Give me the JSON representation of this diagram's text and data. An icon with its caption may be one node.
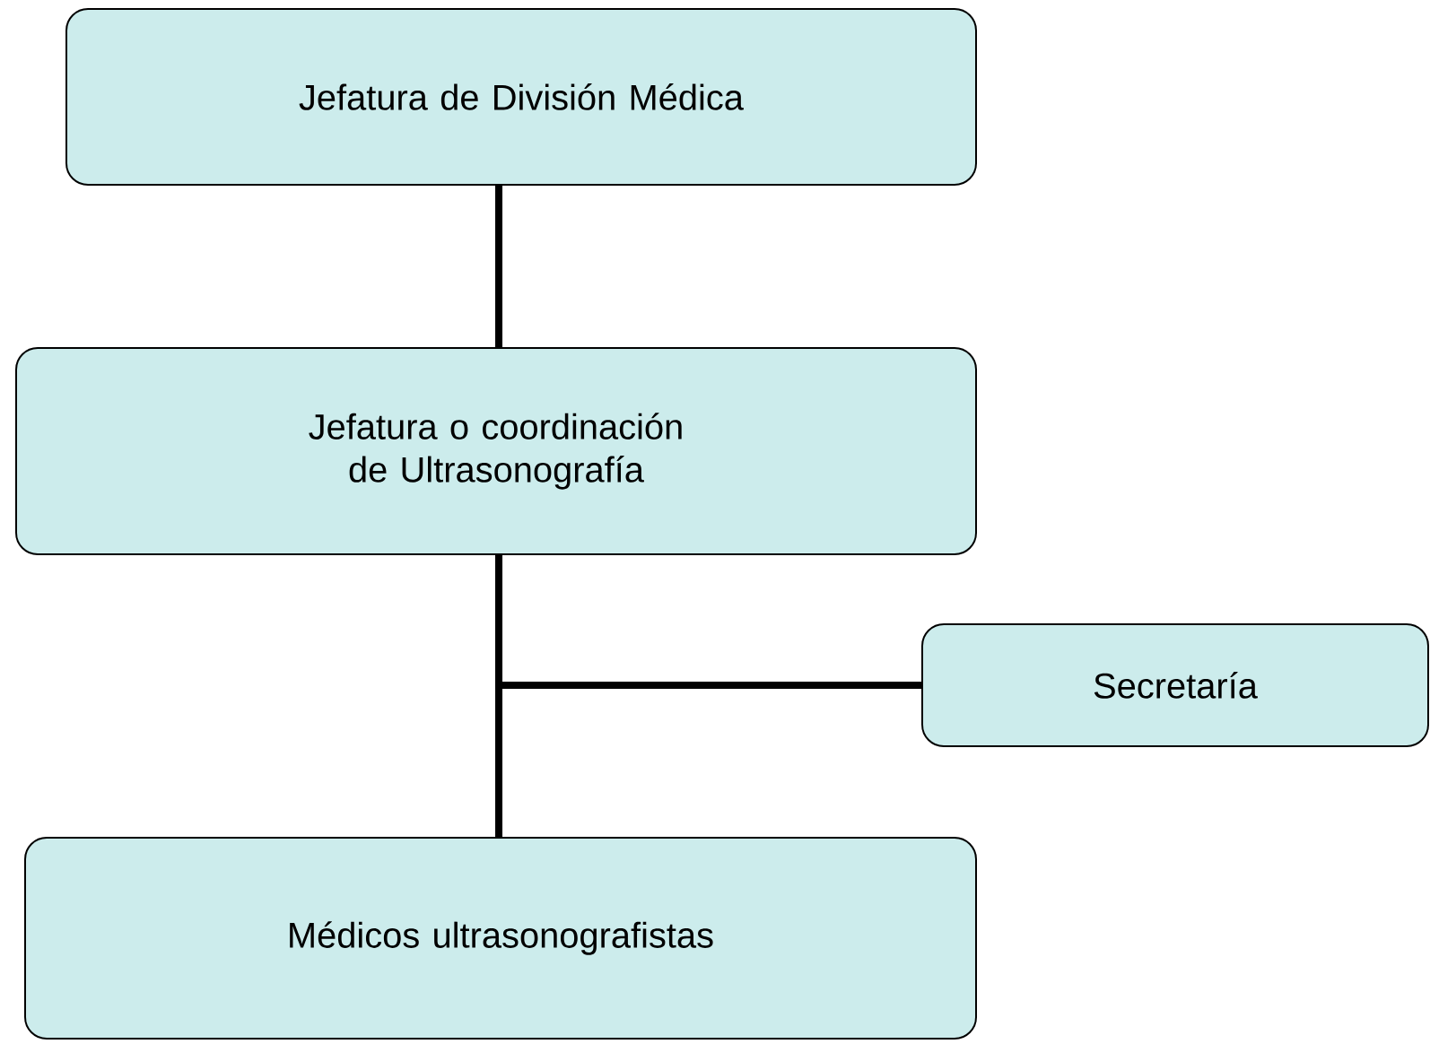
{
  "diagram": {
    "nodes": [
      {
        "text": [
          "Jefatura de División Médica"
        ]
      },
      {
        "text": [
          "Jefatura o coordinación de Ultrasonografía"
        ]
      },
      {
        "text": [
          "Secretaría"
        ]
      },
      {
        "text": [
          "Médicos ultrasonografistas"
        ]
      }
    ],
    "edges": [
      {
        "from": 0,
        "to": 1,
        "arrow": "none"
      },
      {
        "from": 1,
        "to": 2,
        "arrow": "none"
      },
      {
        "from": 1,
        "to": 3,
        "arrow": "none"
      }
    ]
  }
}
